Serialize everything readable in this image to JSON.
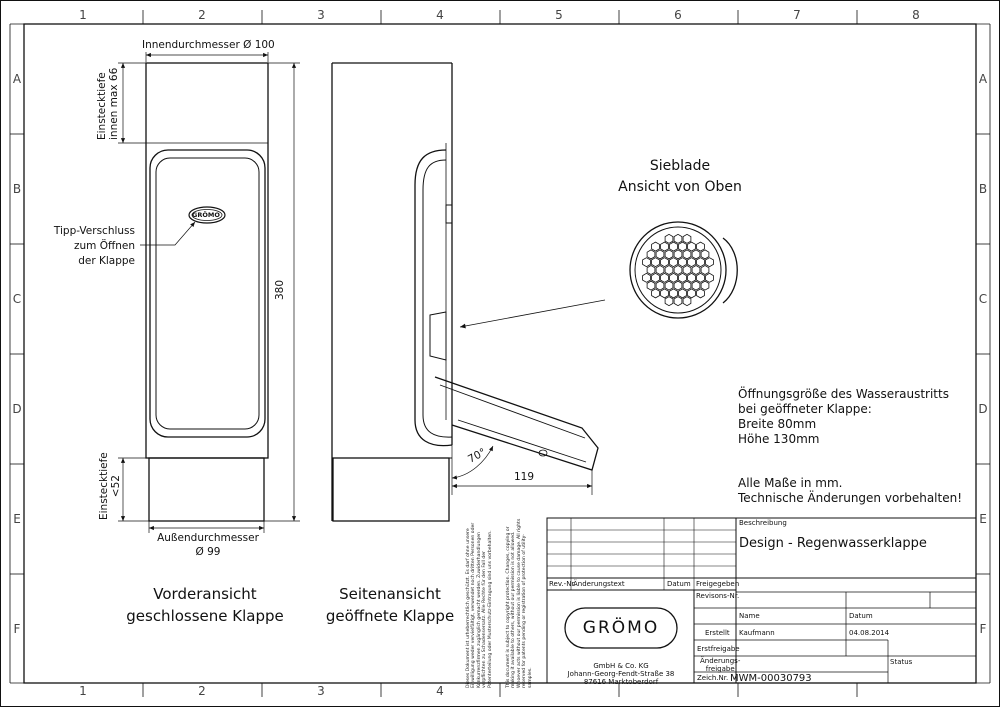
{
  "frame": {
    "columns": [
      "1",
      "2",
      "3",
      "4",
      "5",
      "6",
      "7",
      "8"
    ],
    "rows": [
      "A",
      "B",
      "C",
      "D",
      "E",
      "F"
    ]
  },
  "front_view": {
    "inner_diameter": "Innendurchmesser Ø 100",
    "insertion_depth_top": [
      "Einstecktiefe",
      "innen max 66"
    ],
    "tip_lock": [
      "Tipp-Verschluss",
      "zum Öffnen",
      "der Klappe"
    ],
    "height": "380",
    "insertion_depth_bottom": [
      "Einstecktiefe",
      "<52"
    ],
    "outer_diameter": [
      "Außendurchmesser",
      "Ø 99"
    ],
    "logo": "GRÖMO",
    "caption": [
      "Vorderansicht",
      "geschlossene Klappe"
    ]
  },
  "side_view": {
    "angle": "70°",
    "width": "119",
    "caption": [
      "Seitenansicht",
      "geöffnete Klappe"
    ]
  },
  "sieve": {
    "title": [
      "Sieblade",
      "Ansicht von Oben"
    ]
  },
  "notes": {
    "opening": [
      "Öffnungsgröße des Wasseraustritts",
      "bei geöffneter Klappe:",
      "Breite 80mm",
      "Höhe 130mm"
    ],
    "general": [
      "Alle Maße in mm.",
      "Technische Änderungen vorbehalten!"
    ]
  },
  "legal": {
    "de": "Dieses Dokument ist urheberrechtlich geschützt. Es darf ohne unsere Einwilligung weder vervielfältigt, verwendet noch dritten Personen oder Konkurrenzfirmen zugänglich gemacht werden. Zuwiderhandlungen verpflichten zu Schadensersatz. Alle Rechte für den Fall der Patenterteilung oder Musterschutz-Eintragung sind uns vorbehalten.",
    "en": "This document is subject to copyright protection. Changes, copying or making it available to others, without our permission is not allowed. Whoever acts without our permission is liable to cause damage. All rights reserved for patents pending or registration of protection of utility-samples."
  },
  "title_block": {
    "description_label": "Beschreibung",
    "description": "Design - Regenwasserklappe",
    "rev_no": "Rev.-Nr.",
    "change_text": "Änderungstext",
    "date_col": "Datum",
    "released_col": "Freigegeben",
    "revision_no": "Revisons-Nr.",
    "name_label": "Name",
    "date_label": "Datum",
    "created_label": "Erstellt",
    "created_name": "Kaufmann",
    "created_date": "04.08.2014",
    "first_release": "Erstfreigabe",
    "change_release": [
      "Änderungs-",
      "freigabe"
    ],
    "status_label": "Status",
    "drawing_no_label": "Zeich.Nr.",
    "drawing_no": "MWM-00030793",
    "company_logo": "GRÖMO",
    "company": [
      "GmbH & Co. KG",
      "Johann-Georg-Fendt-Straße 38",
      "87616 Marktoberdorf"
    ]
  }
}
